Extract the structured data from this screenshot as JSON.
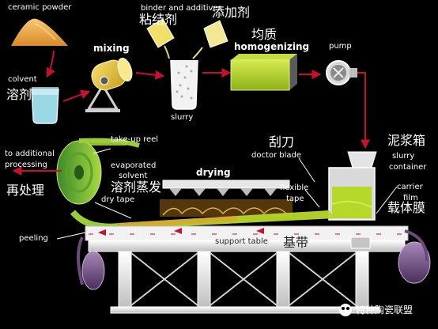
{
  "labels_en": {
    "ceramic_powder": "ceramic powder",
    "solvent": "colvent",
    "binder_additives": "binder and additives",
    "mixing": "mixing",
    "slurry": "slurry",
    "homogenizing": "homogenizing",
    "pump": "pump",
    "take_up_reel": "take-up reel",
    "to_additional": "to additional",
    "processing": "processing",
    "evaporated": "evaporated",
    "solvent2": "solvent",
    "drying": "drying",
    "doctor_blade": "doctor blade",
    "slurry2": "slurry",
    "container": "container",
    "carrier": "carrier",
    "film": "film",
    "flexible": "flexible",
    "tape": "tape",
    "dry_tape": "dry tape",
    "peeling": "peeling",
    "support_table": "support table"
  },
  "labels_cn": {
    "solvent": "溶剂",
    "binder": "粘结剂",
    "additives": "添加剂",
    "homogenizing": "均质",
    "doctor_blade": "刮刀",
    "slurry_tank": "泥浆箱",
    "reprocess": "再处理",
    "evaporated_solvent": "溶剂蒸发",
    "carrier_film": "载体膜",
    "base_belt": "基带"
  },
  "watermark": "特种陶瓷联盟",
  "colors": {
    "background": "#000000",
    "arrow": "#c8102e",
    "powder": "#f0a640",
    "slurry_green": "#b6d82a",
    "structure": "#d8d8d8",
    "belt": "#6a4a7a"
  },
  "icons": [
    "powder-heap",
    "solvent-beaker",
    "ball-mill",
    "slurry-beaker",
    "homogenizer-box",
    "pump",
    "take-up-reel",
    "dryer-hood",
    "slurry-container",
    "support-table",
    "belt-roller",
    "watermark-logo"
  ]
}
